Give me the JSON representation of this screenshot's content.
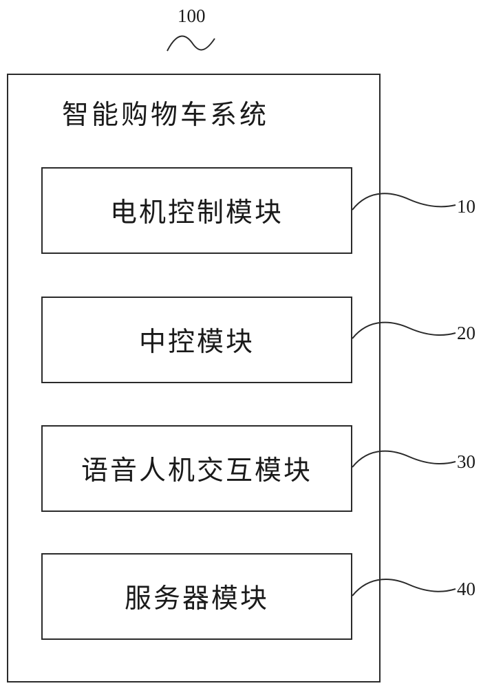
{
  "diagram": {
    "system_ref": "100",
    "system_title": "智能购物车系统",
    "modules": [
      {
        "label": "电机控制模块",
        "ref": "10"
      },
      {
        "label": "中控模块",
        "ref": "20"
      },
      {
        "label": "语音人机交互模块",
        "ref": "30"
      },
      {
        "label": "服务器模块",
        "ref": "40"
      }
    ]
  }
}
